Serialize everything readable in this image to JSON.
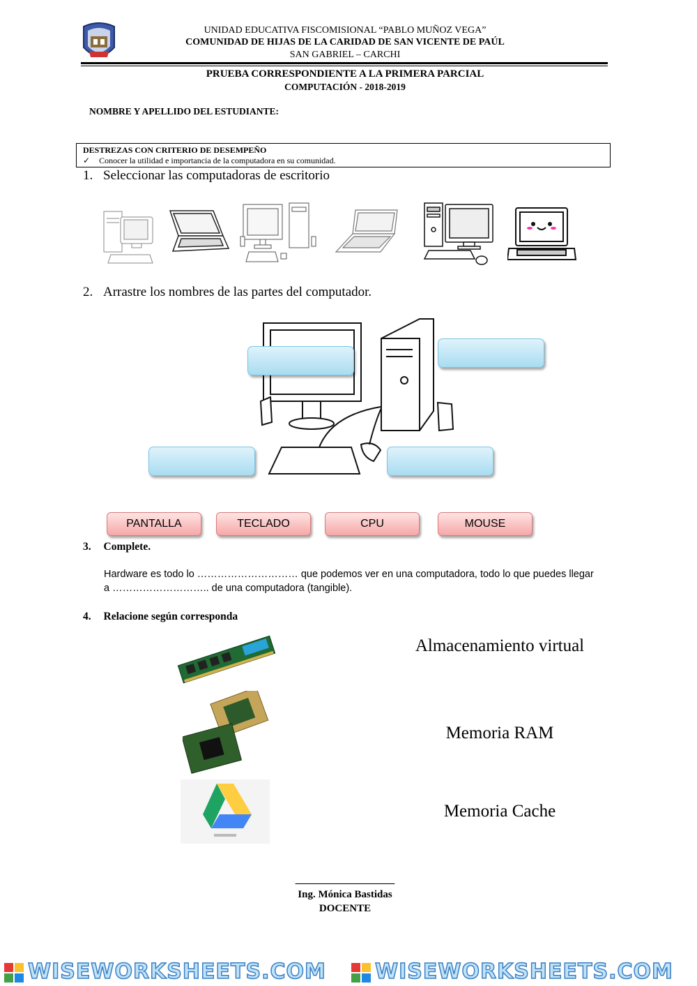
{
  "header": {
    "line1": "UNIDAD EDUCATIVA FISCOMISIONAL “PABLO MUÑOZ VEGA”",
    "line2": "COMUNIDAD DE HIJAS DE LA CARIDAD DE SAN VICENTE DE PAÚL",
    "line3": "SAN GABRIEL – CARCHI"
  },
  "title": {
    "main": "PRUEBA CORRESPONDIENTE A LA PRIMERA PARCIAL",
    "sub": "COMPUTACIÓN - 2018-2019"
  },
  "student_label": "NOMBRE Y APELLIDO DEL ESTUDIANTE:",
  "destrezas": {
    "title": "DESTREZAS CON CRITERIO DE DESEMPEÑO",
    "check": "✓",
    "item": "Conocer la utilidad e importancia de la computadora en su comunidad."
  },
  "q1": {
    "number": "1.",
    "text": "Seleccionar las computadoras de escritorio"
  },
  "q2": {
    "number": "2.",
    "text": "Arrastre los nombres de las partes del computador."
  },
  "chips": [
    "PANTALLA",
    "TECLADO",
    "CPU",
    "MOUSE"
  ],
  "q3": {
    "number": "3.",
    "title": "Complete.",
    "line1": "Hardware es todo lo ………………………… que podemos ver en una computadora, todo lo que puedes llegar",
    "line2": "a ……………………….. de una computadora (tangible)."
  },
  "q4": {
    "number": "4.",
    "title": "Relacione según corresponda",
    "options": [
      "Almacenamiento virtual",
      "Memoria RAM",
      "Memoria Cache"
    ]
  },
  "signature": {
    "line": "___________________",
    "name": "Ing. Mónica Bastidas",
    "role": "DOCENTE"
  },
  "watermark": "WISEWORKSHEETS.COM",
  "colors": {
    "drop_zone": "#a9dcf1",
    "chip": "#f6a7a7",
    "drive_green": "#1ea362",
    "drive_yellow": "#ffcd40",
    "drive_blue": "#4285f4"
  }
}
